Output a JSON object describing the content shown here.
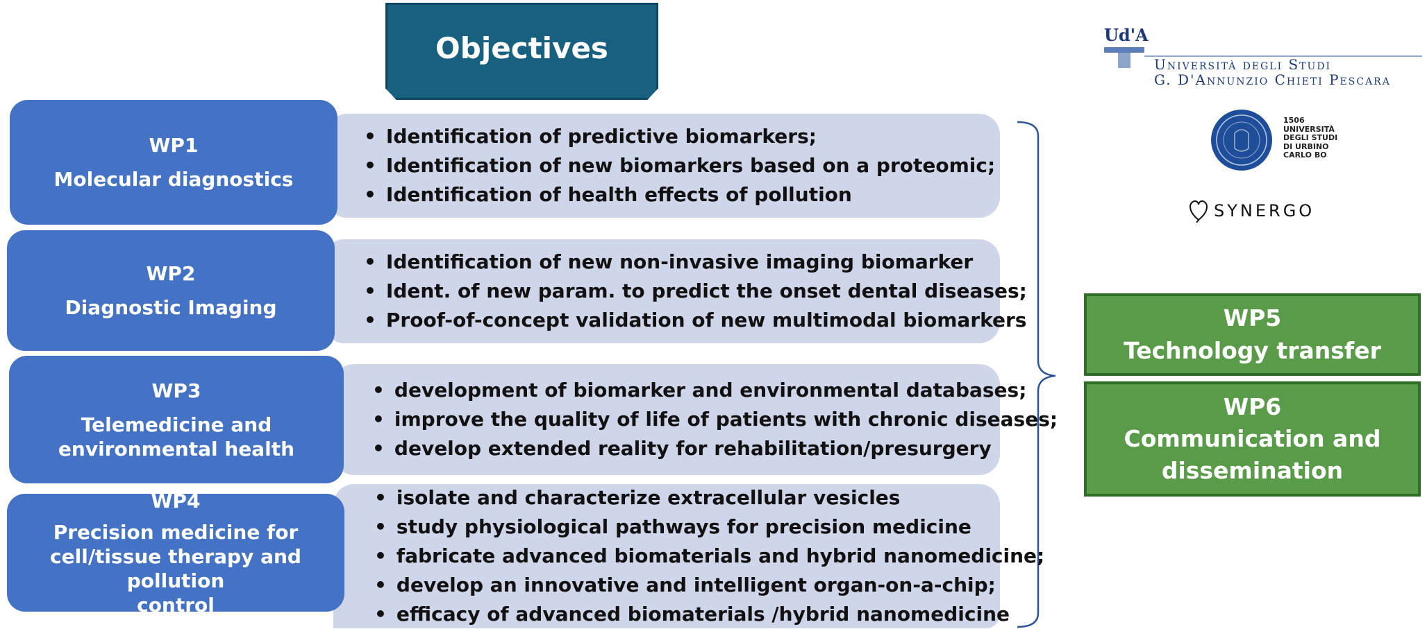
{
  "header": {
    "title": "Objectives"
  },
  "work_packages": [
    {
      "id": "WP1",
      "title": "Molecular diagnostics",
      "objectives": [
        "Identification of predictive biomarkers;",
        "Identification of new biomarkers based on a proteomic;",
        "Identification of health effects of pollution"
      ]
    },
    {
      "id": "WP2",
      "title": "Diagnostic Imaging",
      "objectives": [
        "Identification of new non-invasive imaging biomarker",
        "Ident. of new param. to predict the onset dental diseases;",
        "Proof-of-concept validation of new multimodal biomarkers"
      ]
    },
    {
      "id": "WP3",
      "title": "Telemedicine and\nenvironmental health",
      "objectives": [
        "development of biomarker and environmental databases;",
        "improve the quality of life of patients with chronic diseases;",
        "develop extended reality for rehabilitation/presurgery"
      ]
    },
    {
      "id": "WP4",
      "title": "Precision medicine for\ncell/tissue therapy and pollution\ncontrol",
      "objectives": [
        "isolate and characterize extracellular vesicles",
        "study physiological pathways for precision medicine",
        "fabricate advanced biomaterials and hybrid nanomedicine;",
        "develop an innovative and intelligent organ-on-a-chip;",
        "efficacy of advanced biomaterials /hybrid nanomedicine"
      ]
    }
  ],
  "transversal": [
    {
      "id": "WP5",
      "title": "Technology transfer"
    },
    {
      "id": "WP6",
      "title": "Communication and\ndissemination"
    }
  ],
  "logos": {
    "uda": {
      "mark": "Ud'A",
      "line1": "Università degli Studi",
      "line2": "G. D'Annunzio Chieti Pescara"
    },
    "urbino": {
      "text": [
        "1506",
        "UNIVERSITÀ",
        "DEGLI STUDI",
        "DI URBINO",
        "CARLO BO"
      ]
    },
    "synergo": {
      "name": "SYNERGO",
      "icon": "heart-icon"
    }
  },
  "colors": {
    "header": "#17607f",
    "wp_box": "#4472c4",
    "panel": "#cfd6ea",
    "green": "#5a9b4a",
    "green_border": "#2f6c25"
  }
}
